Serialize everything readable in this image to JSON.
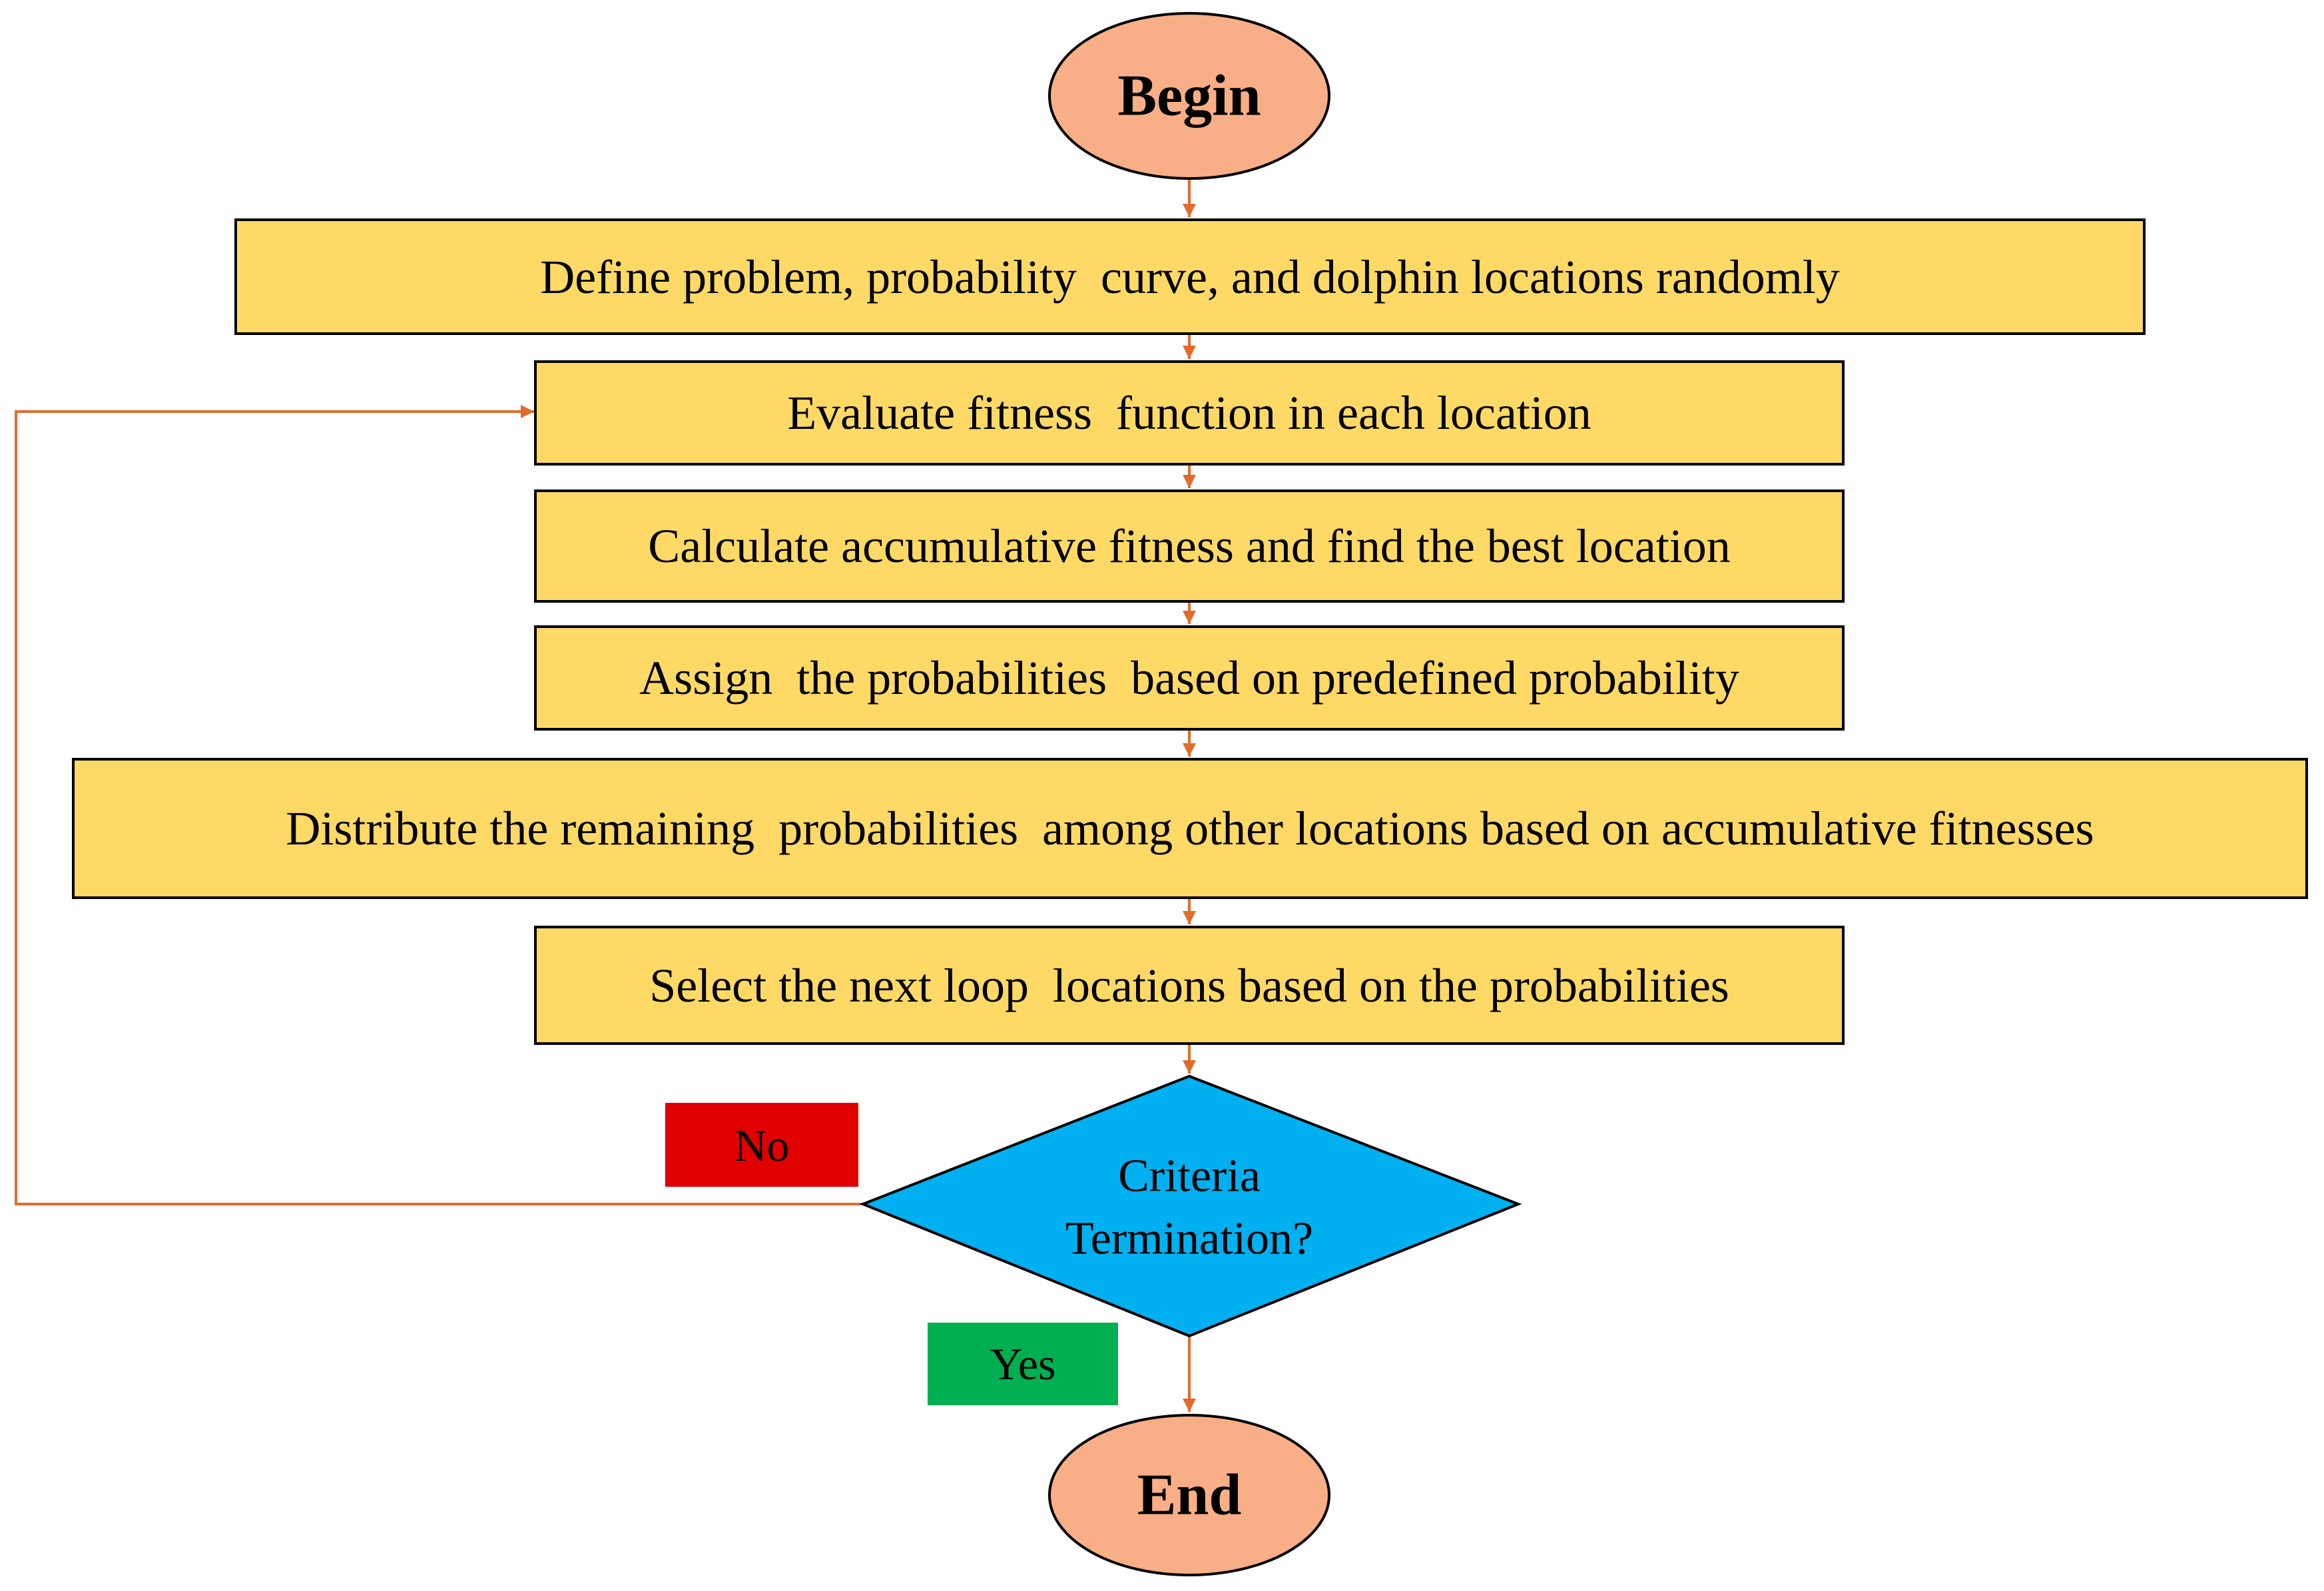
{
  "colors": {
    "terminal_fill": "#F8AE86",
    "process_fill": "#FFD966",
    "decision_fill": "#00B0F0",
    "no_label_fill": "#E00000",
    "yes_label_fill": "#00B050",
    "connector": "#E26B2A",
    "outline": "#000000"
  },
  "flowchart": {
    "begin": "Begin",
    "steps": [
      "Define problem, probability  curve, and dolphin locations randomly",
      "Evaluate fitness  function in each location",
      "Calculate accumulative fitness and find the best location",
      "Assign  the probabilities  based on predefined probability",
      "Distribute the remaining  probabilities  among other locations based on accumulative fitnesses",
      "Select the next loop  locations based on the probabilities"
    ],
    "decision": {
      "line1": "Criteria",
      "line2": "Termination?"
    },
    "no_label": "No",
    "yes_label": "Yes",
    "end": "End"
  }
}
